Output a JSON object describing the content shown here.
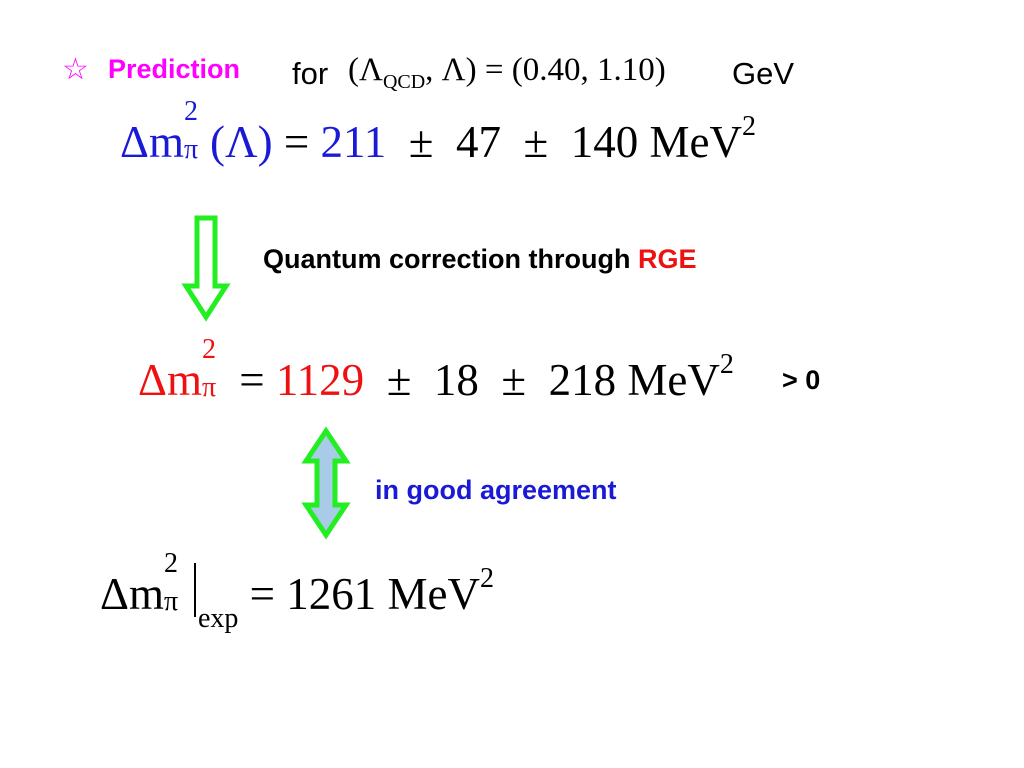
{
  "header": {
    "star": "☆",
    "prediction_label": "Prediction",
    "for_label": "for",
    "params": {
      "lambda": "Λ",
      "qcd_sub": "QCD",
      "lambda2": "Λ",
      "values": "(0.40, 1.10)"
    },
    "unit": "GeV"
  },
  "eq1": {
    "delta_m": "Δm",
    "sup": "2",
    "sub": "π",
    "arg": "(Λ)",
    "equals": "=",
    "value": "211",
    "pm1": "±",
    "err1": "47",
    "pm2": "±",
    "err2": "140",
    "unit": "MeV",
    "unit_sup": "2"
  },
  "arrow_note": {
    "text": "Quantum correction through ",
    "highlight": "RGE"
  },
  "eq2": {
    "delta_m": "Δm",
    "sup": "2",
    "sub": "π",
    "equals": "=",
    "value": "1129",
    "pm1": "±",
    "err1": "18",
    "pm2": "±",
    "err2": "218",
    "unit": "MeV",
    "unit_sup": "2"
  },
  "positivity_note": "> 0",
  "agreement_note": "in good agreement",
  "eq3": {
    "delta_m": "Δm",
    "sup": "2",
    "sub": "π",
    "sub_exp": "exp",
    "equals": "=",
    "value": "1261",
    "unit": "MeV",
    "unit_sup": "2"
  },
  "colors": {
    "magenta": "#ff00ff",
    "blue": "#1a1ad6",
    "red": "#ee1111",
    "green": "#22ee22",
    "lightblue": "#a8cce8",
    "black": "#000000"
  }
}
